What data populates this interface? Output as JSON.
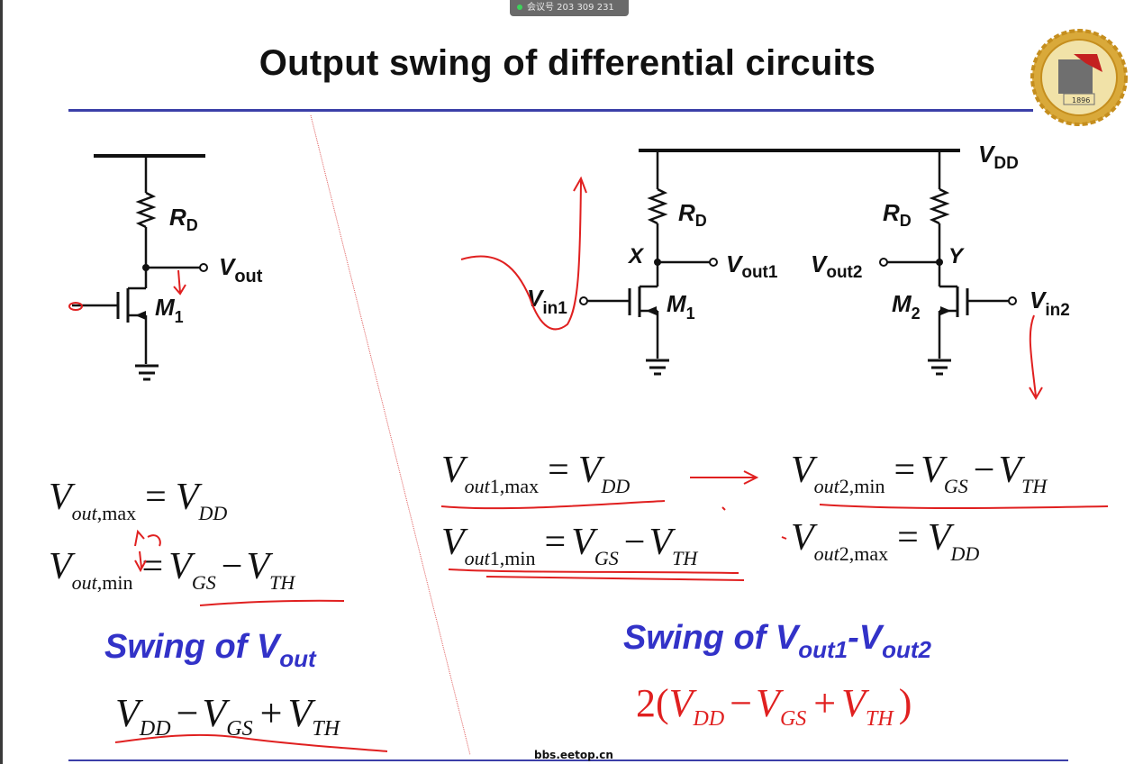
{
  "meeting_badge": "会议号 203 309 231",
  "title": "Output swing of differential circuits",
  "watermark": "bbs.eetop.cn",
  "logo": {
    "year": "1896"
  },
  "left_circuit": {
    "resistor": {
      "sym": "R",
      "sub": "D"
    },
    "transistor": {
      "sym": "M",
      "sub": "1"
    },
    "output": {
      "sym": "V",
      "sub": "out"
    }
  },
  "right_circuit": {
    "supply": {
      "sym": "V",
      "sub": "DD"
    },
    "r1": {
      "sym": "R",
      "sub": "D"
    },
    "r2": {
      "sym": "R",
      "sub": "D"
    },
    "node_x": "X",
    "node_y": "Y",
    "m1": {
      "sym": "M",
      "sub": "1"
    },
    "m2": {
      "sym": "M",
      "sub": "2"
    },
    "vout1": {
      "sym": "V",
      "sub": "out1"
    },
    "vout2": {
      "sym": "V",
      "sub": "out2"
    },
    "vin1": {
      "sym": "V",
      "sub": "in1"
    },
    "vin2": {
      "sym": "V",
      "sub": "in2"
    }
  },
  "left_equations": {
    "max": {
      "lhs": "V",
      "lhs_sub": "out",
      "lhs_sub2": ",max",
      "eq": "=",
      "rhs": "V",
      "rhs_sub": "DD"
    },
    "min": {
      "lhs": "V",
      "lhs_sub": "out",
      "lhs_sub2": ",min",
      "eq": "=",
      "rhs1": "V",
      "rhs1_sub": "GS",
      "minus": "−",
      "rhs2": "V",
      "rhs2_sub": "TH"
    },
    "swing_title": {
      "text": "Swing of V",
      "sub": "out"
    },
    "swing_expr": {
      "a": "V",
      "a_sub": "DD",
      "op1": "−",
      "b": "V",
      "b_sub": "GS",
      "op2": "+",
      "c": "V",
      "c_sub": "TH"
    }
  },
  "right_equations": {
    "out1_max": {
      "lhs": "V",
      "lhs_sub": "out",
      "lhs_sub2": "1,max",
      "eq": "=",
      "rhs": "V",
      "rhs_sub": "DD"
    },
    "out1_min": {
      "lhs": "V",
      "lhs_sub": "out",
      "lhs_sub2": "1,min",
      "eq": "=",
      "rhs1": "V",
      "rhs1_sub": "GS",
      "minus": "−",
      "rhs2": "V",
      "rhs2_sub": "TH"
    },
    "out2_min": {
      "lhs": "V",
      "lhs_sub": "out",
      "lhs_sub2": "2,min",
      "eq": "=",
      "rhs1": "V",
      "rhs1_sub": "GS",
      "minus": "−",
      "rhs2": "V",
      "rhs2_sub": "TH"
    },
    "out2_max": {
      "lhs": "V",
      "lhs_sub": "out",
      "lhs_sub2": "2,max",
      "eq": "=",
      "rhs": "V",
      "rhs_sub": "DD"
    },
    "swing_title": {
      "text": "Swing of V",
      "sub1": "out1",
      "mid": "-V",
      "sub2": "out2"
    },
    "swing_expr": {
      "pre": "2(",
      "a": "V",
      "a_sub": "DD",
      "op1": "−",
      "b": "V",
      "b_sub": "GS",
      "op2": "+",
      "c": "V",
      "c_sub": "TH",
      "post": ")"
    }
  },
  "colors": {
    "rule": "#3b3fa8",
    "annotation": "#e02020",
    "heading": "#3232c8"
  }
}
